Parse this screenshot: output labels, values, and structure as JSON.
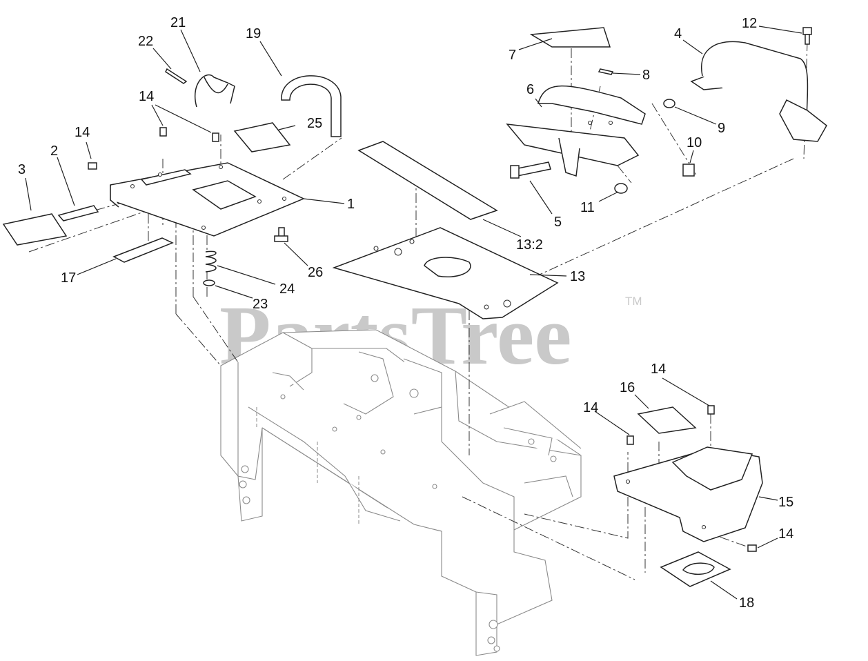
{
  "watermark": {
    "brand": "PartsTree",
    "trademark": "TM"
  },
  "callouts": [
    {
      "id": "c1",
      "label": "1"
    },
    {
      "id": "c2",
      "label": "2"
    },
    {
      "id": "c3",
      "label": "3"
    },
    {
      "id": "c4",
      "label": "4"
    },
    {
      "id": "c5",
      "label": "5"
    },
    {
      "id": "c6",
      "label": "6"
    },
    {
      "id": "c7",
      "label": "7"
    },
    {
      "id": "c8",
      "label": "8"
    },
    {
      "id": "c9",
      "label": "9"
    },
    {
      "id": "c10",
      "label": "10"
    },
    {
      "id": "c11",
      "label": "11"
    },
    {
      "id": "c12",
      "label": "12"
    },
    {
      "id": "c13",
      "label": "13"
    },
    {
      "id": "c13b",
      "label": "13:2"
    },
    {
      "id": "c14a",
      "label": "14"
    },
    {
      "id": "c14b",
      "label": "14"
    },
    {
      "id": "c14c",
      "label": "14"
    },
    {
      "id": "c14d",
      "label": "14"
    },
    {
      "id": "c14e",
      "label": "14"
    },
    {
      "id": "c15",
      "label": "15"
    },
    {
      "id": "c16",
      "label": "16"
    },
    {
      "id": "c17",
      "label": "17"
    },
    {
      "id": "c18",
      "label": "18"
    },
    {
      "id": "c19",
      "label": "19"
    },
    {
      "id": "c21",
      "label": "21"
    },
    {
      "id": "c22",
      "label": "22"
    },
    {
      "id": "c23",
      "label": "23"
    },
    {
      "id": "c24",
      "label": "24"
    },
    {
      "id": "c25",
      "label": "25"
    },
    {
      "id": "c26",
      "label": "26"
    }
  ]
}
